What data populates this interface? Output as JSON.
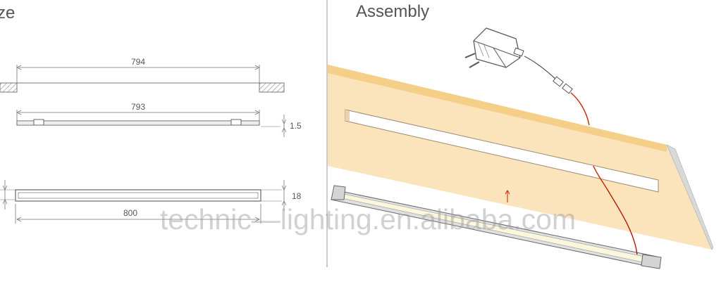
{
  "left_panel": {
    "title_fragment": "ze",
    "dimensions": {
      "cutout_width": "794",
      "profile_length": "793",
      "thickness": "1.5",
      "height": "18",
      "overall_length": "800"
    }
  },
  "right_panel": {
    "title": "Assembly"
  },
  "watermark": "technic—lighting.en.alibaba.com",
  "colors": {
    "wood": "#fbe3bc",
    "wood_edge": "#f5cf88",
    "line": "#666666",
    "wire": "#cc2200",
    "light_strip": "#fbf7dc"
  }
}
